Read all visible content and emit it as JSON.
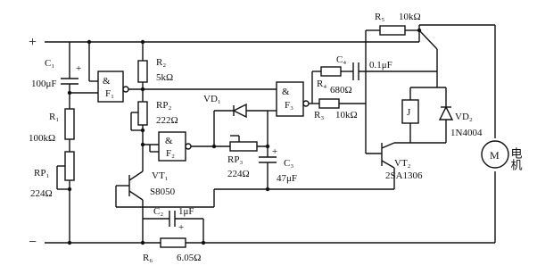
{
  "rails": {
    "plus": "+",
    "minus": "−"
  },
  "c1": {
    "name": "C₁",
    "value": "100μF"
  },
  "r1": {
    "name": "R₁",
    "value": "100kΩ"
  },
  "rp1": {
    "name": "RP₁",
    "value": "224Ω"
  },
  "r2": {
    "name": "R₂",
    "value": "5kΩ"
  },
  "rp2": {
    "name": "RP₂",
    "value": "222Ω"
  },
  "vt1": {
    "name": "VT₁",
    "value": "S8050"
  },
  "c2": {
    "name": "C₂",
    "value": "1μF"
  },
  "r6": {
    "name": "R₆",
    "value": "6.05Ω"
  },
  "vd1": {
    "name": "VD₁"
  },
  "rp3": {
    "name": "RP₃",
    "value": "224Ω"
  },
  "c3": {
    "name": "C₃",
    "value": "47μF"
  },
  "r4": {
    "name": "R₄",
    "value": "680Ω"
  },
  "c4": {
    "name": "C₄",
    "value": "0.1μF"
  },
  "r3": {
    "name": "R₃",
    "value": "10kΩ"
  },
  "r5": {
    "name": "R₅",
    "value": "10kΩ"
  },
  "gates": {
    "f1": "F₁",
    "f2": "F₂",
    "f3": "F₃",
    "and": "&"
  },
  "relay": {
    "name": "J"
  },
  "vd2": {
    "name": "VD₂",
    "value": "1N4004"
  },
  "vt2": {
    "name": "VT₂",
    "value": "2SA1306"
  },
  "motor": {
    "symbol": "M",
    "label": "电机"
  },
  "polarity": {
    "plus": "+"
  }
}
